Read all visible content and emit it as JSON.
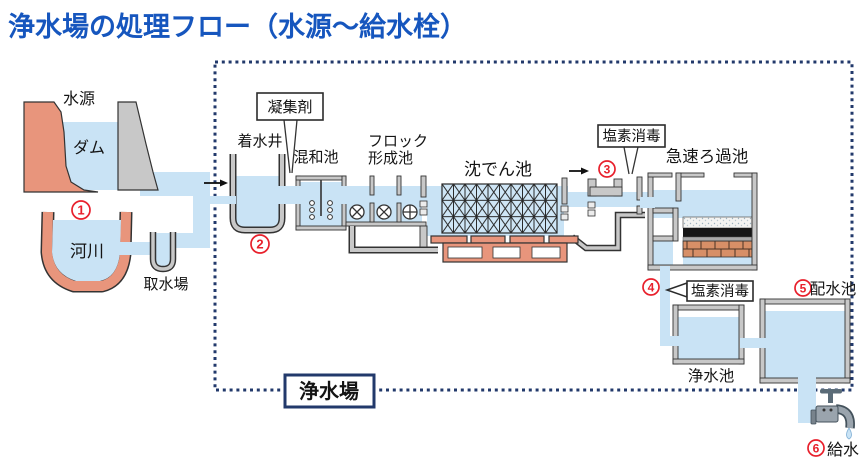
{
  "title": {
    "text": "浄水場の処理フロー（水源～給水栓）"
  },
  "plant": {
    "label": "浄水場"
  },
  "source": {
    "label": "水源",
    "dam": "ダム",
    "river": "河川",
    "intake": "取水場"
  },
  "stages": {
    "coagulant": "凝集剤",
    "receiving_well": "着水井",
    "mixing_basin": "混和池",
    "floc_line1": "フロック",
    "floc_line2": "形成池",
    "sedimentation_basin": "沈でん池",
    "chlorine_1": "塩素消毒",
    "rapid_filter_basin": "急速ろ過池",
    "chlorine_2": "塩素消毒",
    "clean_water_reservoir": "浄水池",
    "distribution_reservoir": "配水池",
    "supply": "給水"
  },
  "markers": {
    "m1": "1",
    "m2": "2",
    "m3": "3",
    "m4": "4",
    "m5": "5",
    "m6": "6"
  },
  "colors": {
    "title_blue": "#1656BE",
    "boundary_navy": "#22396B",
    "water_blue": "#C9E3F5",
    "earth_salmon": "#E8957C",
    "structure_gray": "#C8C8C8",
    "marker_red": "#E8202C"
  }
}
